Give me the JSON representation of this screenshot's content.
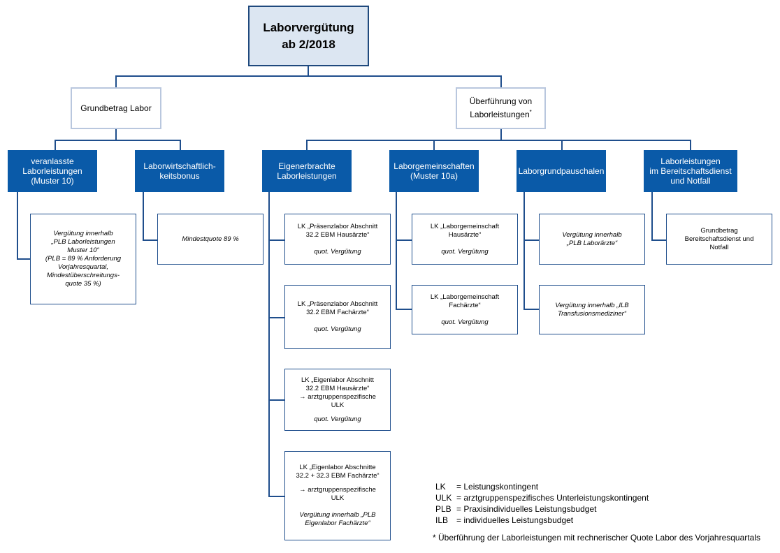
{
  "root": {
    "line1": "Laborvergütung",
    "line2": "ab 2/2018"
  },
  "grundbetrag": {
    "label": "Grundbetrag Labor"
  },
  "ueberfuehrung": {
    "line1": "Überführung von",
    "line2": "Laborleistungen",
    "mark": "*"
  },
  "cat": {
    "veranlasst": {
      "line1": "veranlasste",
      "line2": "Laborleistungen",
      "line3": "(Muster 10)"
    },
    "bonus": {
      "line1": "Laborwirtschaftlich-",
      "line2": "keitsbonus"
    },
    "eigen": {
      "line1": "Eigenerbrachte",
      "line2": "Laborleistungen"
    },
    "gemeinschaften": {
      "line1": "Laborgemeinschaften",
      "line2": "(Muster 10a)"
    },
    "pauschalen": {
      "line1": "Laborgrundpauschalen"
    },
    "bereitschaft": {
      "line1": "Laborleistungen",
      "line2": "im Bereitschaftsdienst",
      "line3": "und Notfall"
    }
  },
  "leaves": {
    "veranlasst": {
      "l1": "Vergütung  innerhalb",
      "l2": "„PLB  Laborleistungen",
      "l3": "Muster 10“",
      "l4": "(PLB = 89 % Anforderung",
      "l5": "Vorjahresquartal,",
      "l6": "Mindestüberschreitungs-",
      "l7": "quote 35 %)"
    },
    "bonus": {
      "l1": "Mindestquote  89 %"
    },
    "eigen1": {
      "l1": "LK „Präsenzlabor  Abschnitt",
      "l2": "32.2 EBM  Hausärzte“",
      "l3": "quot.  Vergütung"
    },
    "eigen2": {
      "l1": "LK „Präsenzlabor  Abschnitt",
      "l2": "32.2 EBM  Fachärzte“",
      "l3": "quot.  Vergütung"
    },
    "eigen3": {
      "l1": "LK „Eigenlabor  Abschnitt",
      "l2": "32.2 EBM  Hausärzte“",
      "l3": "→ arztgruppenspezifische",
      "l4": "ULK",
      "l5": "quot.  Vergütung"
    },
    "eigen4": {
      "l1": "LK „Eigenlabor  Abschnitte",
      "l2": "32.2 + 32.3 EBM  Fachärzte“",
      "l3": "→ arztgruppenspezifische",
      "l4": "ULK",
      "l5": "Vergütung  innerhalb „PLB",
      "l6": "Eigenlabor Fachärzte“"
    },
    "gem1": {
      "l1": "LK „Laborgemeinschaft",
      "l2": "Hausärzte“",
      "l3": "quot.  Vergütung"
    },
    "gem2": {
      "l1": "LK „Laborgemeinschaft",
      "l2": "Fachärzte“",
      "l3": "quot.  Vergütung"
    },
    "pausch1": {
      "l1": "Vergütung  innerhalb",
      "l2": "„PLB Laborärzte“"
    },
    "pausch2": {
      "l1": "Vergütung  innerhalb „ILB",
      "l2": "Transfusionsmediziner“"
    },
    "bereit": {
      "l1": "Grundbetrag",
      "l2": "Bereitschaftsdienst und",
      "l3": "Notfall"
    }
  },
  "legend": [
    {
      "abbr": "LK",
      "text": "= Leistungskontingent"
    },
    {
      "abbr": "ULK",
      "text": "= arztgruppenspezifisches Unterleistungskontingent"
    },
    {
      "abbr": "PLB",
      "text": "= Praxisindividuelles Leistungsbudget"
    },
    {
      "abbr": "ILB",
      "text": "= individuelles Leistungsbudget"
    }
  ],
  "footnote": "* Überführung der Laborleistungen mit rechnerischer Quote Labor des Vorjahresquartals",
  "colors": {
    "root_fill": "#dce6f2",
    "category_fill": "#0a5aa8",
    "connector": "#1f4e8c",
    "level1_border": "#b9c7de"
  }
}
